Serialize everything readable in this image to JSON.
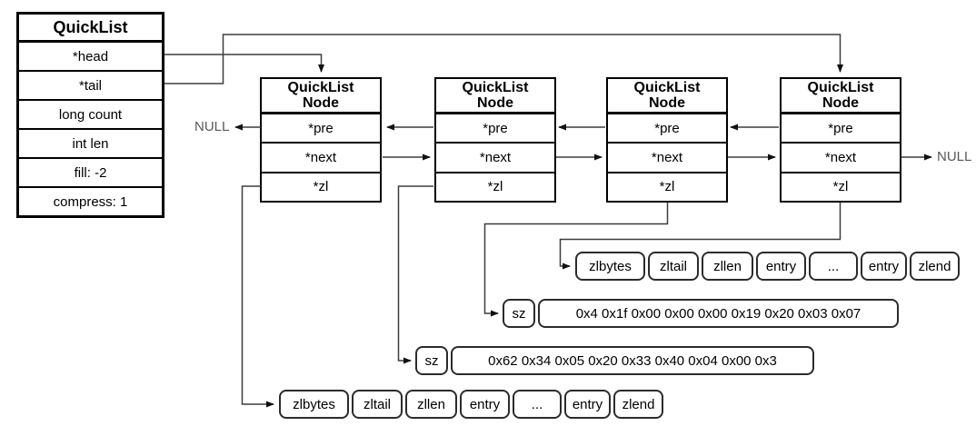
{
  "quicklist": {
    "title": "QuickList",
    "fields": [
      "*head",
      "*tail",
      "long count",
      "int len",
      "fill: -2",
      "compress: 1"
    ]
  },
  "nodes": [
    {
      "title_line1": "QuickList",
      "title_line2": "Node",
      "fields": [
        "*pre",
        "*next",
        "*zl"
      ]
    },
    {
      "title_line1": "QuickList",
      "title_line2": "Node",
      "fields": [
        "*pre",
        "*next",
        "*zl"
      ]
    },
    {
      "title_line1": "QuickList",
      "title_line2": "Node",
      "fields": [
        "*pre",
        "*next",
        "*zl"
      ]
    },
    {
      "title_line1": "QuickList",
      "title_line2": "Node",
      "fields": [
        "*pre",
        "*next",
        "*zl"
      ]
    }
  ],
  "labels": {
    "null_left": "NULL",
    "null_right": "NULL"
  },
  "ziplists": {
    "top": {
      "cells": [
        "zlbytes",
        "zltail",
        "zllen",
        "entry",
        "...",
        "entry",
        "zlend"
      ]
    },
    "bottom": {
      "cells": [
        "zlbytes",
        "zltail",
        "zllen",
        "entry",
        "...",
        "entry",
        "zlend"
      ]
    },
    "sz_row1": {
      "label": "sz",
      "value": "0x4 0x1f 0x00 0x00 0x00 0x19 0x20 0x03 0x07"
    },
    "sz_row2": {
      "label": "sz",
      "value": "0x62 0x34 0x05 0x20 0x33 0x40 0x04 0x00 0x3"
    }
  },
  "colors": {
    "box_border": "#000000",
    "rounded_border": "#2b2b2b",
    "line": "#3d3d3d",
    "arrowhead": "#111111",
    "null_text": "#595959",
    "background": "#ffffff"
  }
}
